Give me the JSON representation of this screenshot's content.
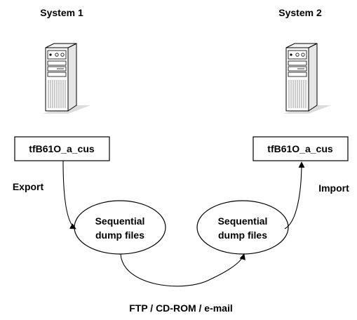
{
  "systems": [
    {
      "title": "System 1",
      "table": "tfB61O_a_cus"
    },
    {
      "title": "System 2",
      "table": "tfB61O_a_cus"
    }
  ],
  "dump_nodes": [
    {
      "line1": "Sequential",
      "line2": "dump files"
    },
    {
      "line1": "Sequential",
      "line2": "dump files"
    }
  ],
  "edges": {
    "export_label": "Export",
    "import_label": "Import",
    "transfer_label": "FTP / CD-ROM / e-mail"
  },
  "colors": {
    "stroke": "#000000",
    "server_body": "#ffffff",
    "server_shadow": "#c8c8c8",
    "server_vents": "#9a9a9a"
  }
}
